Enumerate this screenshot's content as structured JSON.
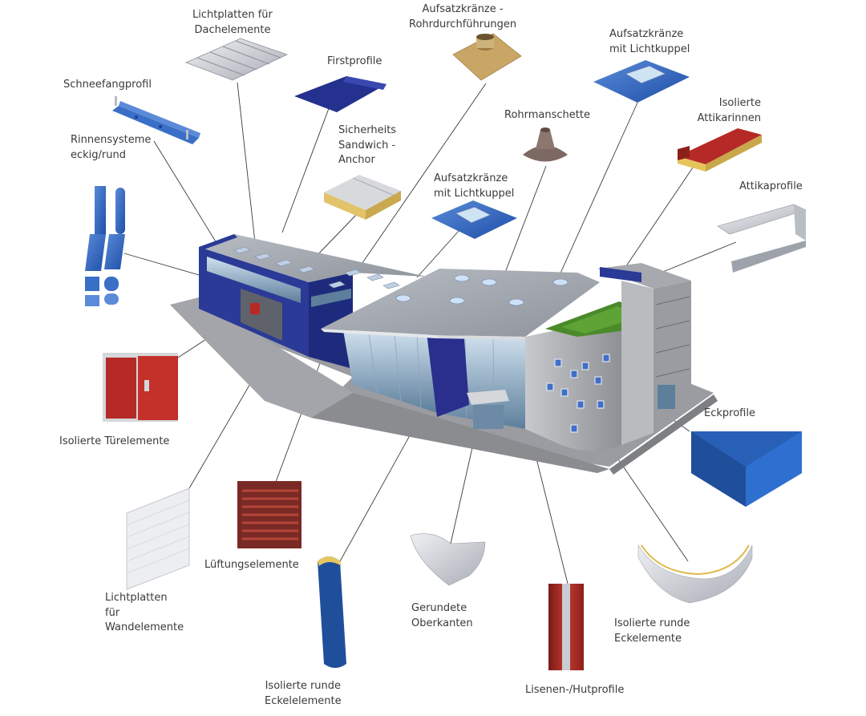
{
  "labels": {
    "lichtplatten_dach": "Lichtplatten für\nDachelemente",
    "firstprofile": "Firstprofile",
    "aufsatzkraenze_rohr": "Aufsatzkränze -\nRohrdurchführungen",
    "aufsatzkraenze_lichtkuppel_top": "Aufsatzkränze\nmit Lichtkuppel",
    "schneefangprofil": "Schneefangprofil",
    "rinnensysteme": "Rinnensysteme\neckig/rund",
    "sicherheits_anchor": "Sicherheits\nSandwich -\nAnchor",
    "rohrmanschette": "Rohrmanschette",
    "isolierte_attikarinnen": "Isolierte\nAttikarinnen",
    "aufsatzkraenze_lichtkuppel_mid": "Aufsatzkränze\nmit Lichtkuppel",
    "attikaprofile": "Attikaprofile",
    "isolierte_tuerelemente": "Isolierte Türelemente",
    "eckprofile": "Eckprofile",
    "lueftungselemente": "Lüftungselemente",
    "lichtplatten_wand": "Lichtplatten\nfür\nWandelemente",
    "gerundete_oberkanten": "Gerundete\nOberkanten",
    "isolierte_runde_eckelemente_right": "Isolierte runde\nEckelemente",
    "isolierte_runde_eckelemente_bottom": "Isolierte runde\nEckelelemente",
    "lisenen_hutprofile": "Lisenen-/Hutprofile"
  },
  "colors": {
    "brand_blue": "#2f4fa0",
    "dark_blue": "#1f2f86",
    "red": "#b52a26",
    "steel": "#c9ccd2",
    "insulation": "#e7d27a",
    "leader": "#3a3a3a"
  }
}
